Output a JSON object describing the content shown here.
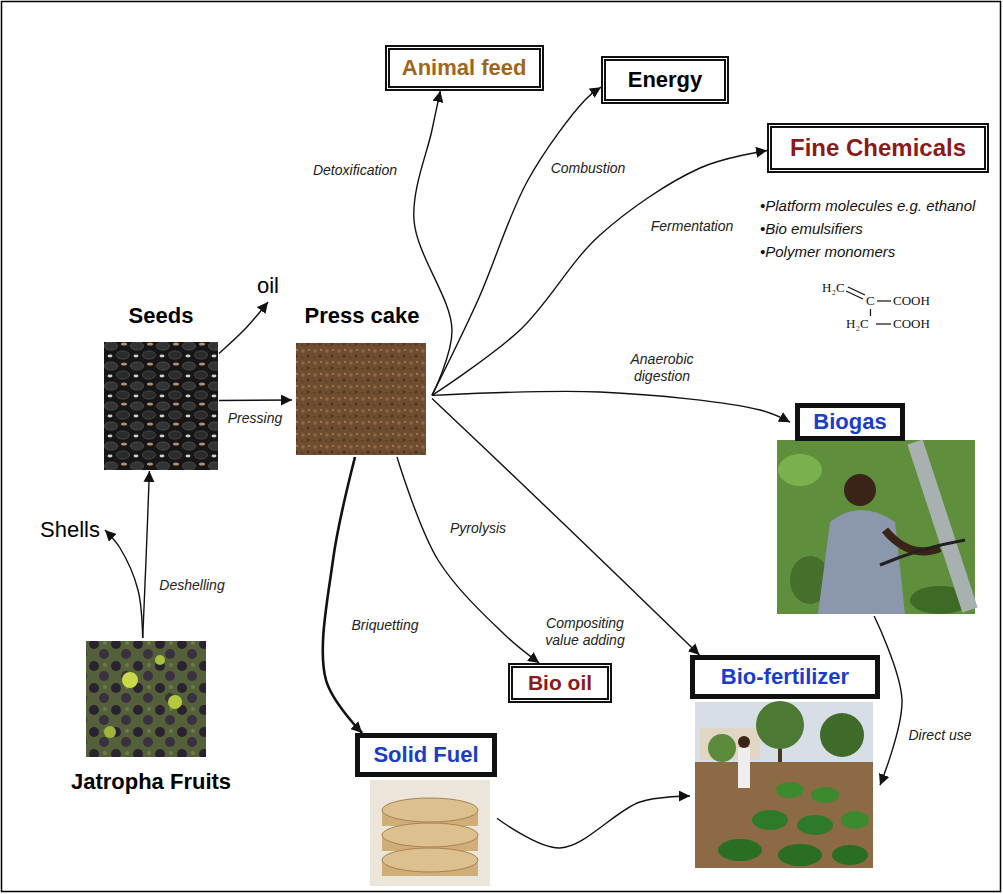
{
  "diagram": {
    "nodes": [
      {
        "text": [
          "Animal feed"
        ]
      },
      {
        "text": [
          "Energy"
        ]
      },
      {
        "text": [
          "Fine Chemicals"
        ]
      },
      {
        "text": [
          "oil"
        ]
      },
      {
        "text": [
          "Seeds"
        ]
      },
      {
        "text": [
          "Press cake"
        ]
      },
      {
        "text": [
          "Biogas"
        ]
      },
      {
        "text": [
          "Shells"
        ]
      },
      {
        "text": [
          "Bio oil"
        ]
      },
      {
        "text": [
          "Bio-fertilizer"
        ]
      },
      {
        "text": [
          "Jatropha Fruits"
        ]
      },
      {
        "text": [
          "Solid Fuel"
        ]
      }
    ],
    "edges": [
      {
        "from": 10,
        "to": 4,
        "label": "Deshelling",
        "arrow": "to"
      },
      {
        "from": 10,
        "to": 7,
        "arrow": "to"
      },
      {
        "from": 4,
        "to": 5,
        "label": "Pressing",
        "arrow": "to"
      },
      {
        "from": 4,
        "to": 3,
        "arrow": "to"
      },
      {
        "from": 5,
        "to": 0,
        "label": "Detoxification",
        "arrow": "to"
      },
      {
        "from": 5,
        "to": 1,
        "label": "Combustion",
        "arrow": "to"
      },
      {
        "from": 5,
        "to": 2,
        "label": "Fermentation",
        "arrow": "to"
      },
      {
        "from": 5,
        "to": 6,
        "label": "Anaerobic digestion",
        "arrow": "to"
      },
      {
        "from": 5,
        "to": 9,
        "label": "Compositing value adding",
        "arrow": "to"
      },
      {
        "from": 5,
        "to": 8,
        "label": "Pyrolysis",
        "arrow": "to"
      },
      {
        "from": 5,
        "to": 11,
        "label": "Briquetting",
        "arrow": "to"
      },
      {
        "from": 6,
        "to": 9,
        "label": "Direct use",
        "arrow": "to"
      },
      {
        "from": 11,
        "to": 9,
        "arrow": "to"
      }
    ],
    "labels": [
      "•Platform molecules e.g. ethanol",
      "•Bio emulsifiers",
      "•Polymer monomers",
      "H₂C",
      "C",
      "COOH",
      "H₂C",
      "COOH"
    ]
  }
}
